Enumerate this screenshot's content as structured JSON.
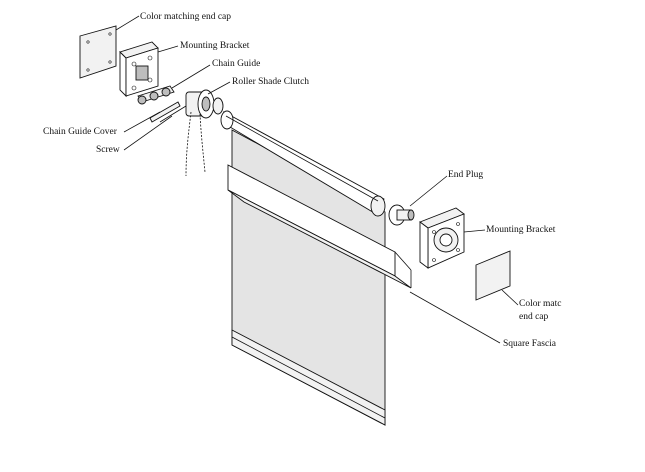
{
  "labels": {
    "color_matching_end_cap_left": "Color matching end cap",
    "mounting_bracket_left": "Mounting Bracket",
    "chain_guide": "Chain Guide",
    "roller_shade_clutch": "Roller Shade Clutch",
    "chain_guide_cover": "Chain Guide Cover",
    "screw": "Screw",
    "end_plug": "End Plug",
    "mounting_bracket_right": "Mounting Bracket",
    "color_matc_line1": "Color matc",
    "color_matc_line2": "end cap",
    "square_fascia": "Square Fascia"
  }
}
